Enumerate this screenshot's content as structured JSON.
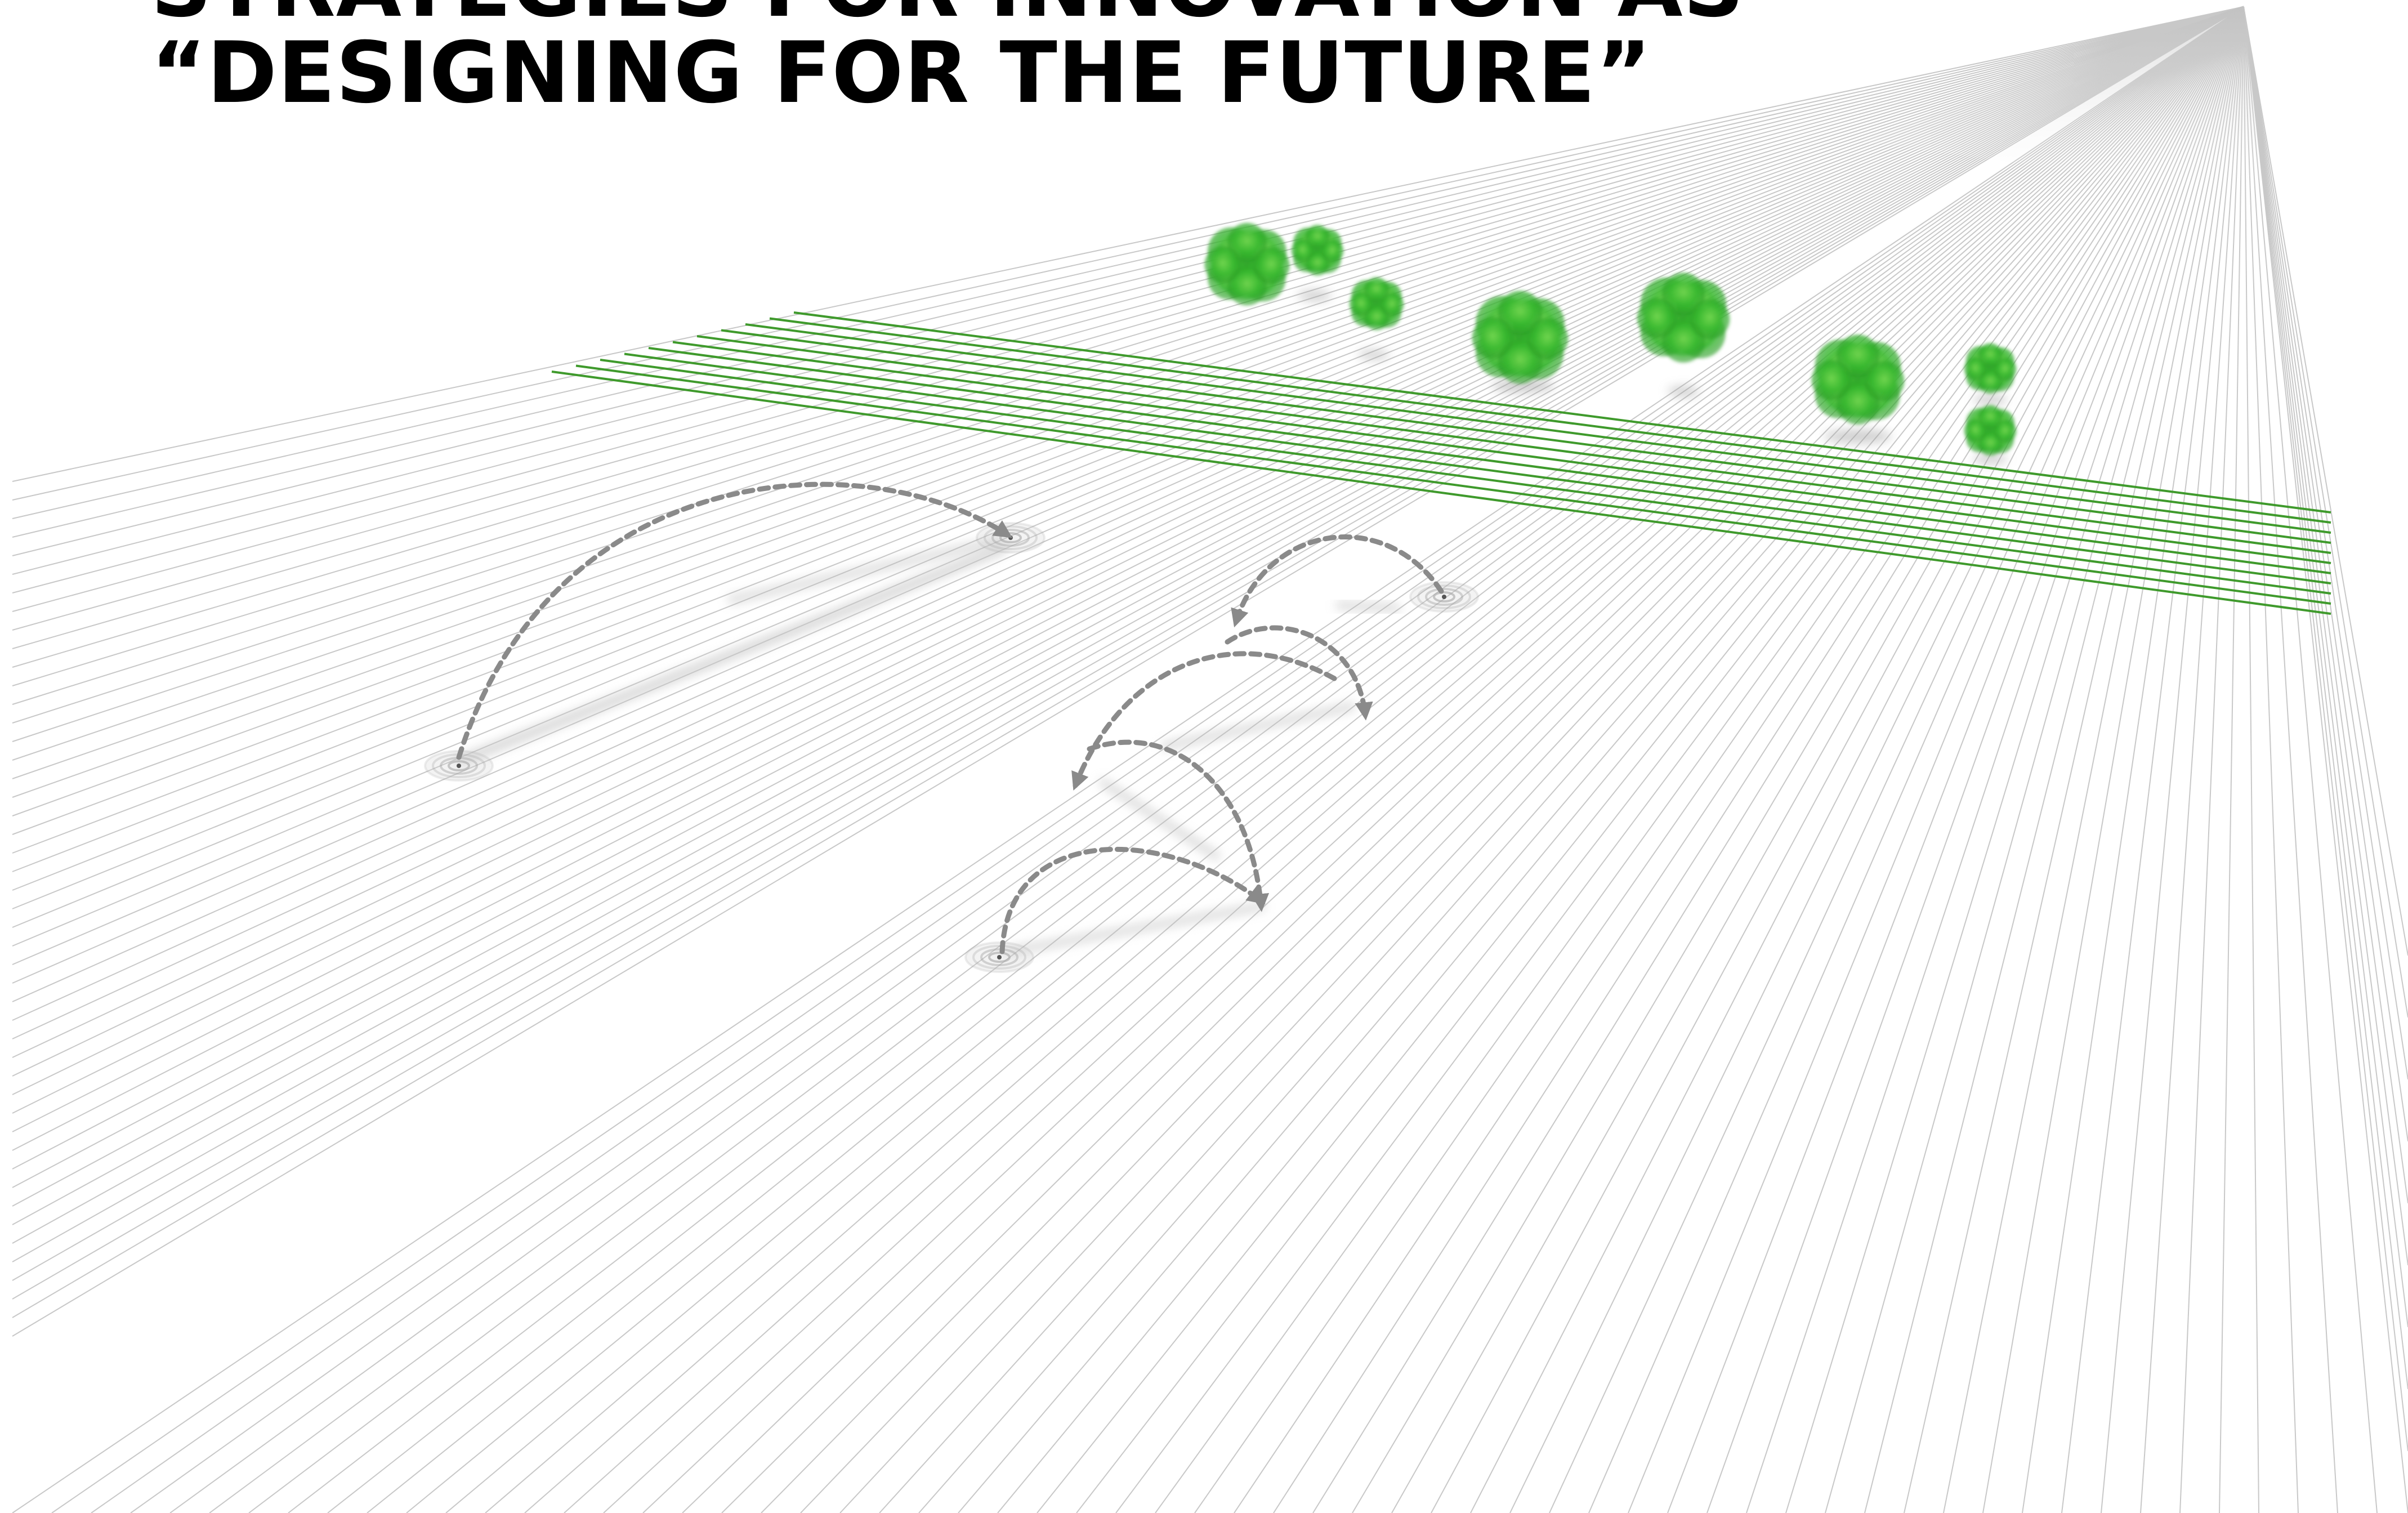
{
  "title": {
    "line1": "STRATEGIES FOR INNOVATION AS",
    "line2": "“DESIGNING FOR THE FUTURE”"
  },
  "colors": {
    "background": "#ffffff",
    "title": "#000000",
    "grid_lines": "#c8c8c8",
    "green_band": "#3f9a2c",
    "tree_fill": "#3fc23a",
    "arrow": "#8a8a8a",
    "target_rings": "#9a9a9a"
  },
  "elements": {
    "perspective_grid": "converging-line-grid",
    "green_band_line_count": 11,
    "trees": [
      "tree-icon",
      "tree-icon",
      "tree-icon",
      "tree-icon",
      "tree-icon",
      "tree-icon",
      "tree-icon",
      "tree-icon"
    ],
    "targets": [
      "target-icon",
      "target-icon",
      "target-icon",
      "target-icon"
    ],
    "arrows": [
      "dashed-arc-arrow",
      "dashed-arc-arrow",
      "dashed-arc-arrow",
      "dashed-arc-arrow",
      "dashed-arc-arrow"
    ]
  }
}
